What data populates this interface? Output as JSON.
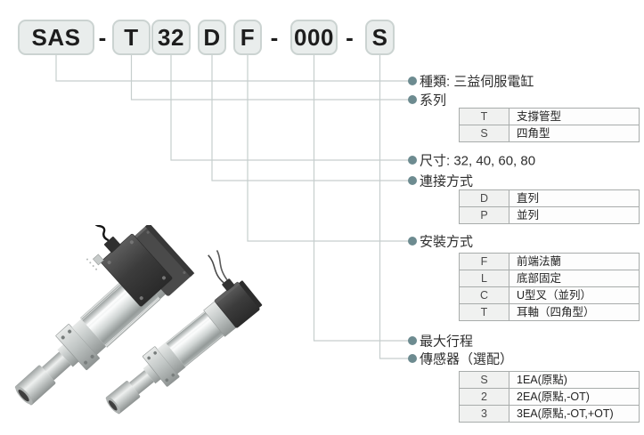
{
  "model_code": {
    "segments": [
      "SAS",
      "-",
      "T",
      "32",
      "D",
      "F",
      "-",
      "000",
      "-",
      "S"
    ]
  },
  "legend": {
    "items": [
      {
        "label": "種類: 三益伺服電缸"
      },
      {
        "label": "系列",
        "table": {
          "rows": [
            [
              "T",
              "支撐管型"
            ],
            [
              "S",
              "四角型"
            ]
          ]
        }
      },
      {
        "label": "尺寸: 32, 40, 60, 80"
      },
      {
        "label": "連接方式",
        "table": {
          "rows": [
            [
              "D",
              "直列"
            ],
            [
              "P",
              "並列"
            ]
          ]
        }
      },
      {
        "label": "安裝方式",
        "table": {
          "rows": [
            [
              "F",
              "前端法蘭"
            ],
            [
              "L",
              "底部固定"
            ],
            [
              "C",
              "U型叉（並列）"
            ],
            [
              "T",
              "耳軸（四角型）"
            ]
          ]
        }
      },
      {
        "label": "最大行程"
      },
      {
        "label": "傳感器（選配）",
        "table": {
          "rows": [
            [
              "S",
              "1EA(原點)"
            ],
            [
              "2",
              "2EA(原點,-OT)"
            ],
            [
              "3",
              "3EA(原點,-OT,+OT)"
            ]
          ]
        }
      }
    ]
  },
  "colors": {
    "box_fill": "#e9edec",
    "box_border": "#cbd3d1",
    "connector_line": "#c6cecd",
    "bullet": "#6d8b90",
    "table_border": "#a8acab",
    "code_cell_bg": "#f0f1f0",
    "text": "#2e2e2e"
  }
}
